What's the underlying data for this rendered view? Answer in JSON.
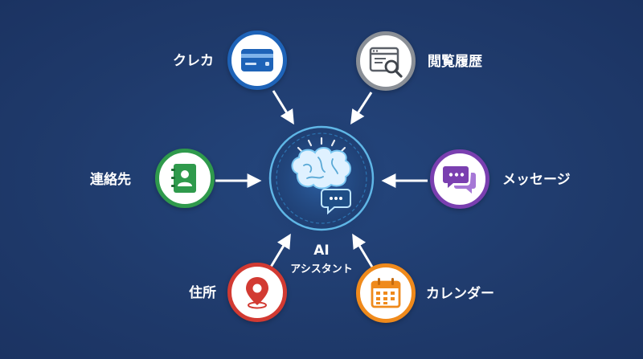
{
  "hub": {
    "title": "AI",
    "subtitle": "アシスタント"
  },
  "nodes": [
    {
      "id": "credit-card",
      "label": "クレカ",
      "icon": "credit-card-icon",
      "color": "#1e63b8"
    },
    {
      "id": "browsing-history",
      "label": "閲覧履歴",
      "icon": "browser-search-icon",
      "color": "#8a8f96"
    },
    {
      "id": "contacts",
      "label": "連絡先",
      "icon": "address-book-icon",
      "color": "#2f9a4c"
    },
    {
      "id": "messages",
      "label": "メッセージ",
      "icon": "chat-bubbles-icon",
      "color": "#7a3fb0"
    },
    {
      "id": "address",
      "label": "住所",
      "icon": "map-pin-icon",
      "color": "#d23a32"
    },
    {
      "id": "calendar",
      "label": "カレンダー",
      "icon": "calendar-icon",
      "color": "#ef8a1c"
    }
  ]
}
